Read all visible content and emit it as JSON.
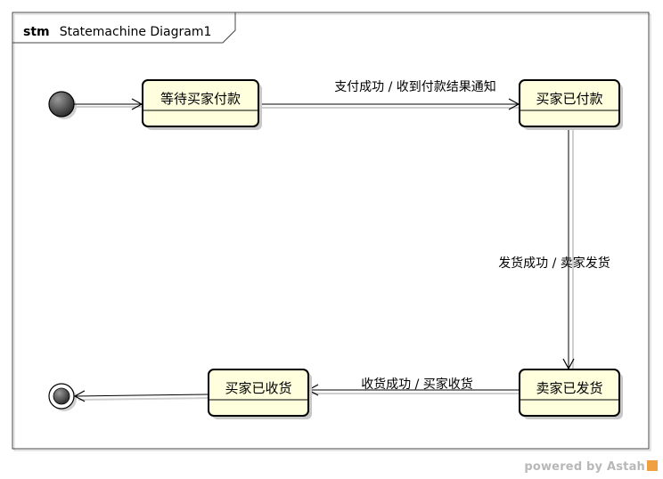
{
  "frame": {
    "keyword": "stm",
    "title": "Statemachine Diagram1"
  },
  "states": {
    "waiting_payment": "等待买家付款",
    "buyer_paid": "买家已付款",
    "seller_shipped": "卖家已发货",
    "buyer_received": "买家已收货"
  },
  "transitions": {
    "pay": "支付成功 / 收到付款结果通知",
    "ship": "发货成功 / 卖家发货",
    "receive": "收货成功 / 买家收货"
  },
  "watermark": {
    "text": "powered by Astah"
  },
  "colors": {
    "state_fill": "#ffffdd",
    "state_border": "#000000",
    "shadow": "#c8c8c8",
    "frame_border": "#444444",
    "pseudo_fill": "#555555"
  }
}
